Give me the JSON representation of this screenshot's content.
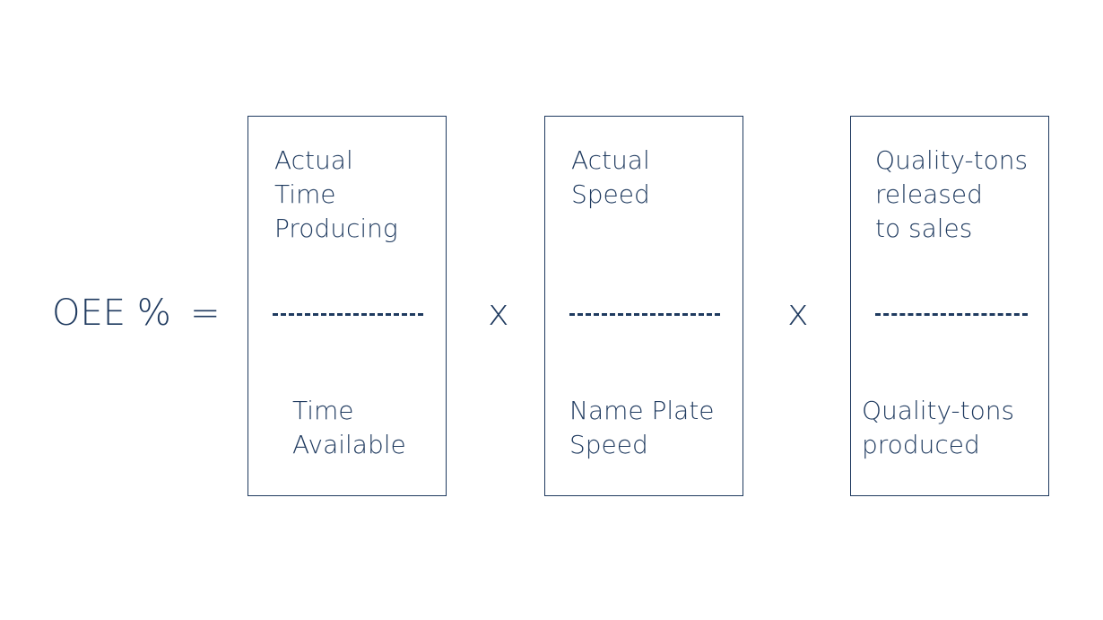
{
  "formula": {
    "lhs": "OEE %",
    "equals": "=",
    "operators": [
      "x",
      "x"
    ],
    "factors": [
      {
        "numerator": [
          "Actual",
          "Time",
          "Producing"
        ],
        "denominator": [
          "Time",
          "Available"
        ]
      },
      {
        "numerator": [
          "Actual",
          "Speed"
        ],
        "denominator": [
          "Name Plate",
          "Speed"
        ]
      },
      {
        "numerator": [
          "Quality-tons",
          "released",
          "to sales"
        ],
        "denominator": [
          "Quality-tons",
          "produced"
        ]
      }
    ]
  },
  "colors": {
    "ink": "#1f3a5f",
    "background": "#ffffff"
  }
}
